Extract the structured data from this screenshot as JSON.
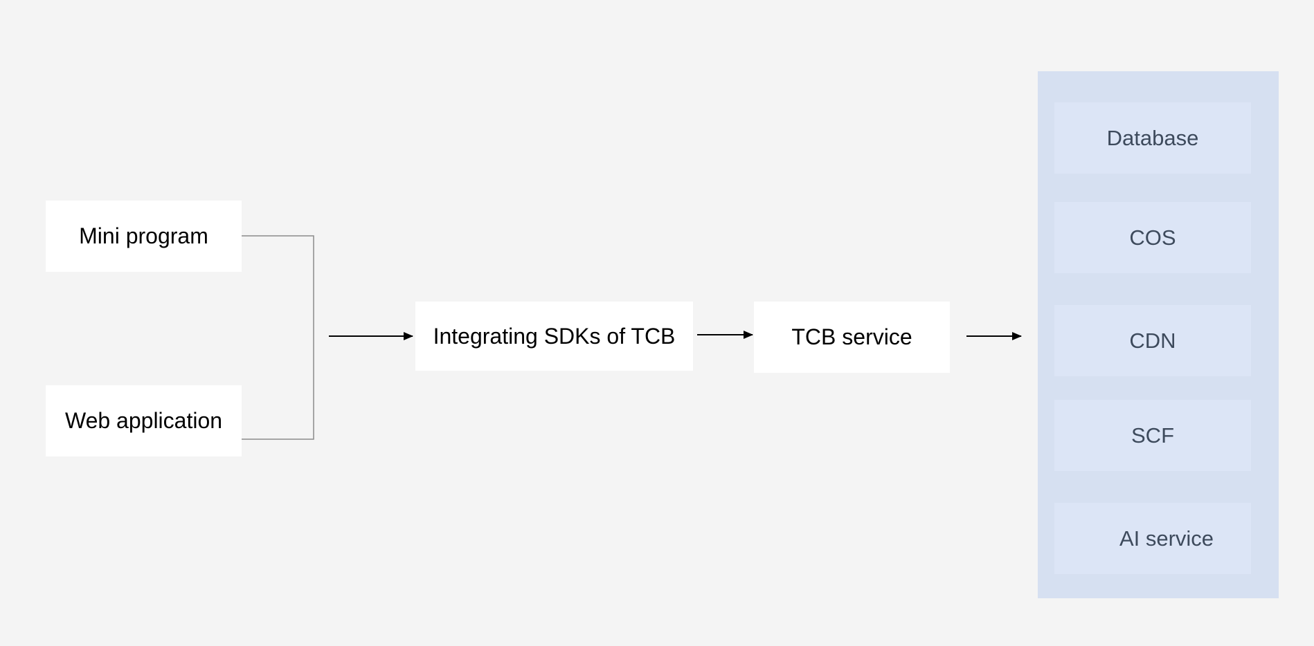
{
  "clients": {
    "mini_program": "Mini program",
    "web_application": "Web application"
  },
  "sdk": {
    "label": "Integrating SDKs of TCB"
  },
  "tcb": {
    "label": "TCB service"
  },
  "services": [
    "Database",
    "COS",
    "CDN",
    "SCF",
    "AI service"
  ],
  "colors": {
    "background": "#f4f4f4",
    "box": "#ffffff",
    "panel": "#d6e0f1",
    "service_box": "#dce5f6",
    "service_text": "#3d4a5c"
  }
}
